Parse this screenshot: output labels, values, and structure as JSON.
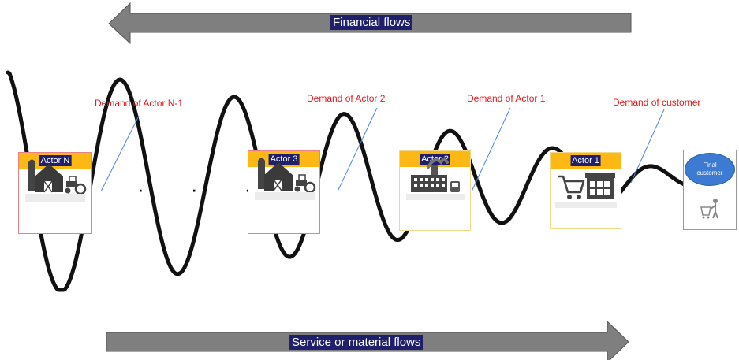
{
  "arrows": {
    "top_label": "Financial flows",
    "bottom_label": "Service or material flows"
  },
  "demands": {
    "actor_n1": "Demand of Actor N-1",
    "actor_2": "Demand of Actor 2",
    "actor_1": "Demand of Actor 1",
    "customer": "Demand of customer"
  },
  "actors": {
    "actor_n": "Actor N",
    "actor_3": "Actor 3",
    "actor_2": "Actor 2",
    "actor_1": "Actor 1"
  },
  "customer": {
    "label_line1": "Final",
    "label_line2": "customer"
  },
  "ellipsis": "· · ·",
  "colors": {
    "arrow_fill": "#7f7f7f",
    "label_bg": "#1f1f6b",
    "actor_header": "#fdb813",
    "actor_border_red": "#e8808a",
    "actor_border_yellow": "#f2d98a",
    "demand_text": "#e8191c",
    "leader_line": "#4f86d6",
    "customer_bubble": "#3c7bd1"
  },
  "icons": {
    "actor_n": "farm-barn-tractor-icon",
    "actor_3": "farm-barn-tractor-icon",
    "actor_2": "factory-icon",
    "actor_1": "retail-cart-store-icon",
    "customer": "shopper-cart-icon"
  }
}
